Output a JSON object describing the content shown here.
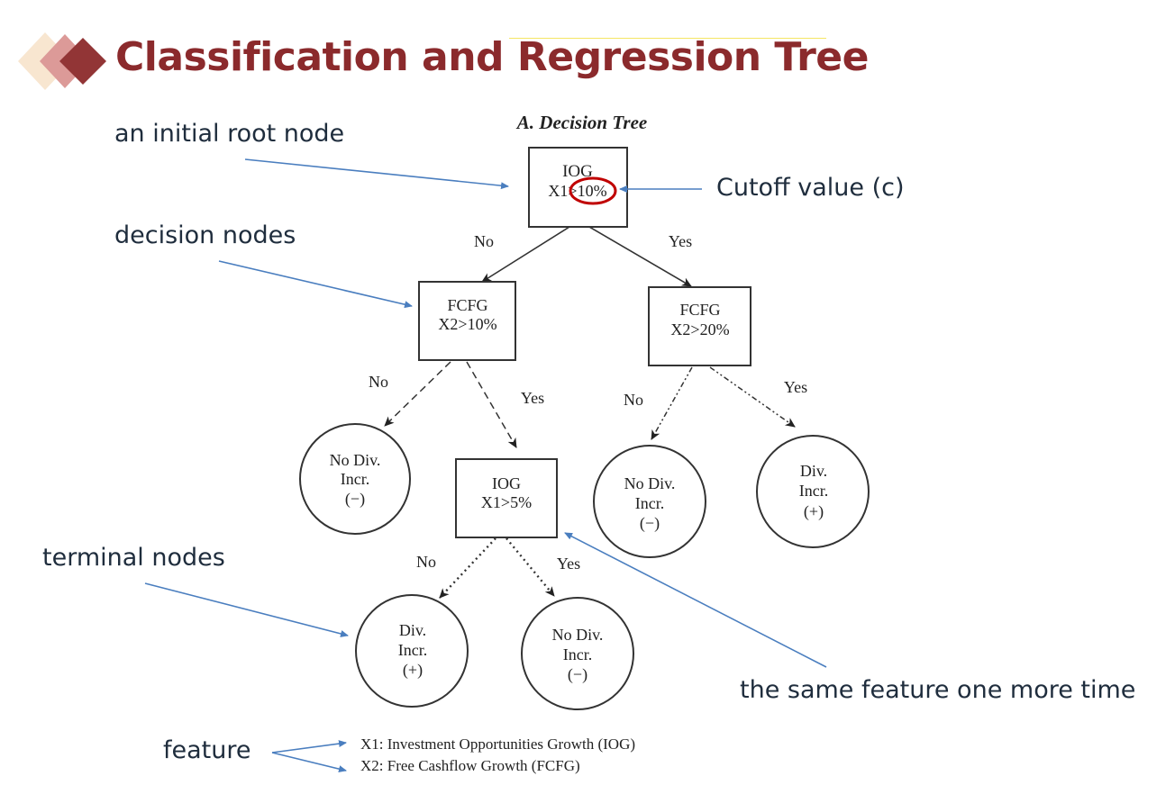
{
  "slide": {
    "title": "Classification and Regression Tree"
  },
  "annotations": {
    "root": "an initial root node",
    "decision": "decision nodes",
    "terminal": "terminal nodes",
    "cutoff": "Cutoff value (c)",
    "same_feature": "the same feature one more time",
    "feature": "feature"
  },
  "figure": {
    "caption": "A. Decision Tree",
    "nodes": {
      "root": {
        "line1": "IOG",
        "line2": "X1>10%"
      },
      "left_decision": {
        "line1": "FCFG",
        "line2": "X2>10%"
      },
      "right_decision": {
        "line1": "FCFG",
        "line2": "X2>20%"
      },
      "inner_decision": {
        "line1": "IOG",
        "line2": "X1>5%"
      },
      "leaf_ll": {
        "line1": "No Div.",
        "line2": "Incr.",
        "line3": "(−)"
      },
      "leaf_rl": {
        "line1": "No Div.",
        "line2": "Incr.",
        "line3": "(−)"
      },
      "leaf_rr": {
        "line1": "Div.",
        "line2": "Incr.",
        "line3": "(+)"
      },
      "leaf_il": {
        "line1": "Div.",
        "line2": "Incr.",
        "line3": "(+)"
      },
      "leaf_ir": {
        "line1": "No Div.",
        "line2": "Incr.",
        "line3": "(−)"
      }
    },
    "edge_labels": {
      "root_no": "No",
      "root_yes": "Yes",
      "left_no": "No",
      "left_yes": "Yes",
      "right_no": "No",
      "right_yes": "Yes",
      "inner_no": "No",
      "inner_yes": "Yes"
    },
    "legend": [
      "X1: Investment Opportunities Growth (IOG)",
      "X2: Free Cashflow Growth (FCFG)"
    ]
  },
  "colors": {
    "title": "#8b2a2c",
    "annotation_arrow": "#4a7ebf",
    "highlight_ellipse": "#c00000",
    "diamond_light": "#f8e6d0",
    "diamond_mid": "#dc9a98",
    "diamond_dark": "#923536"
  }
}
